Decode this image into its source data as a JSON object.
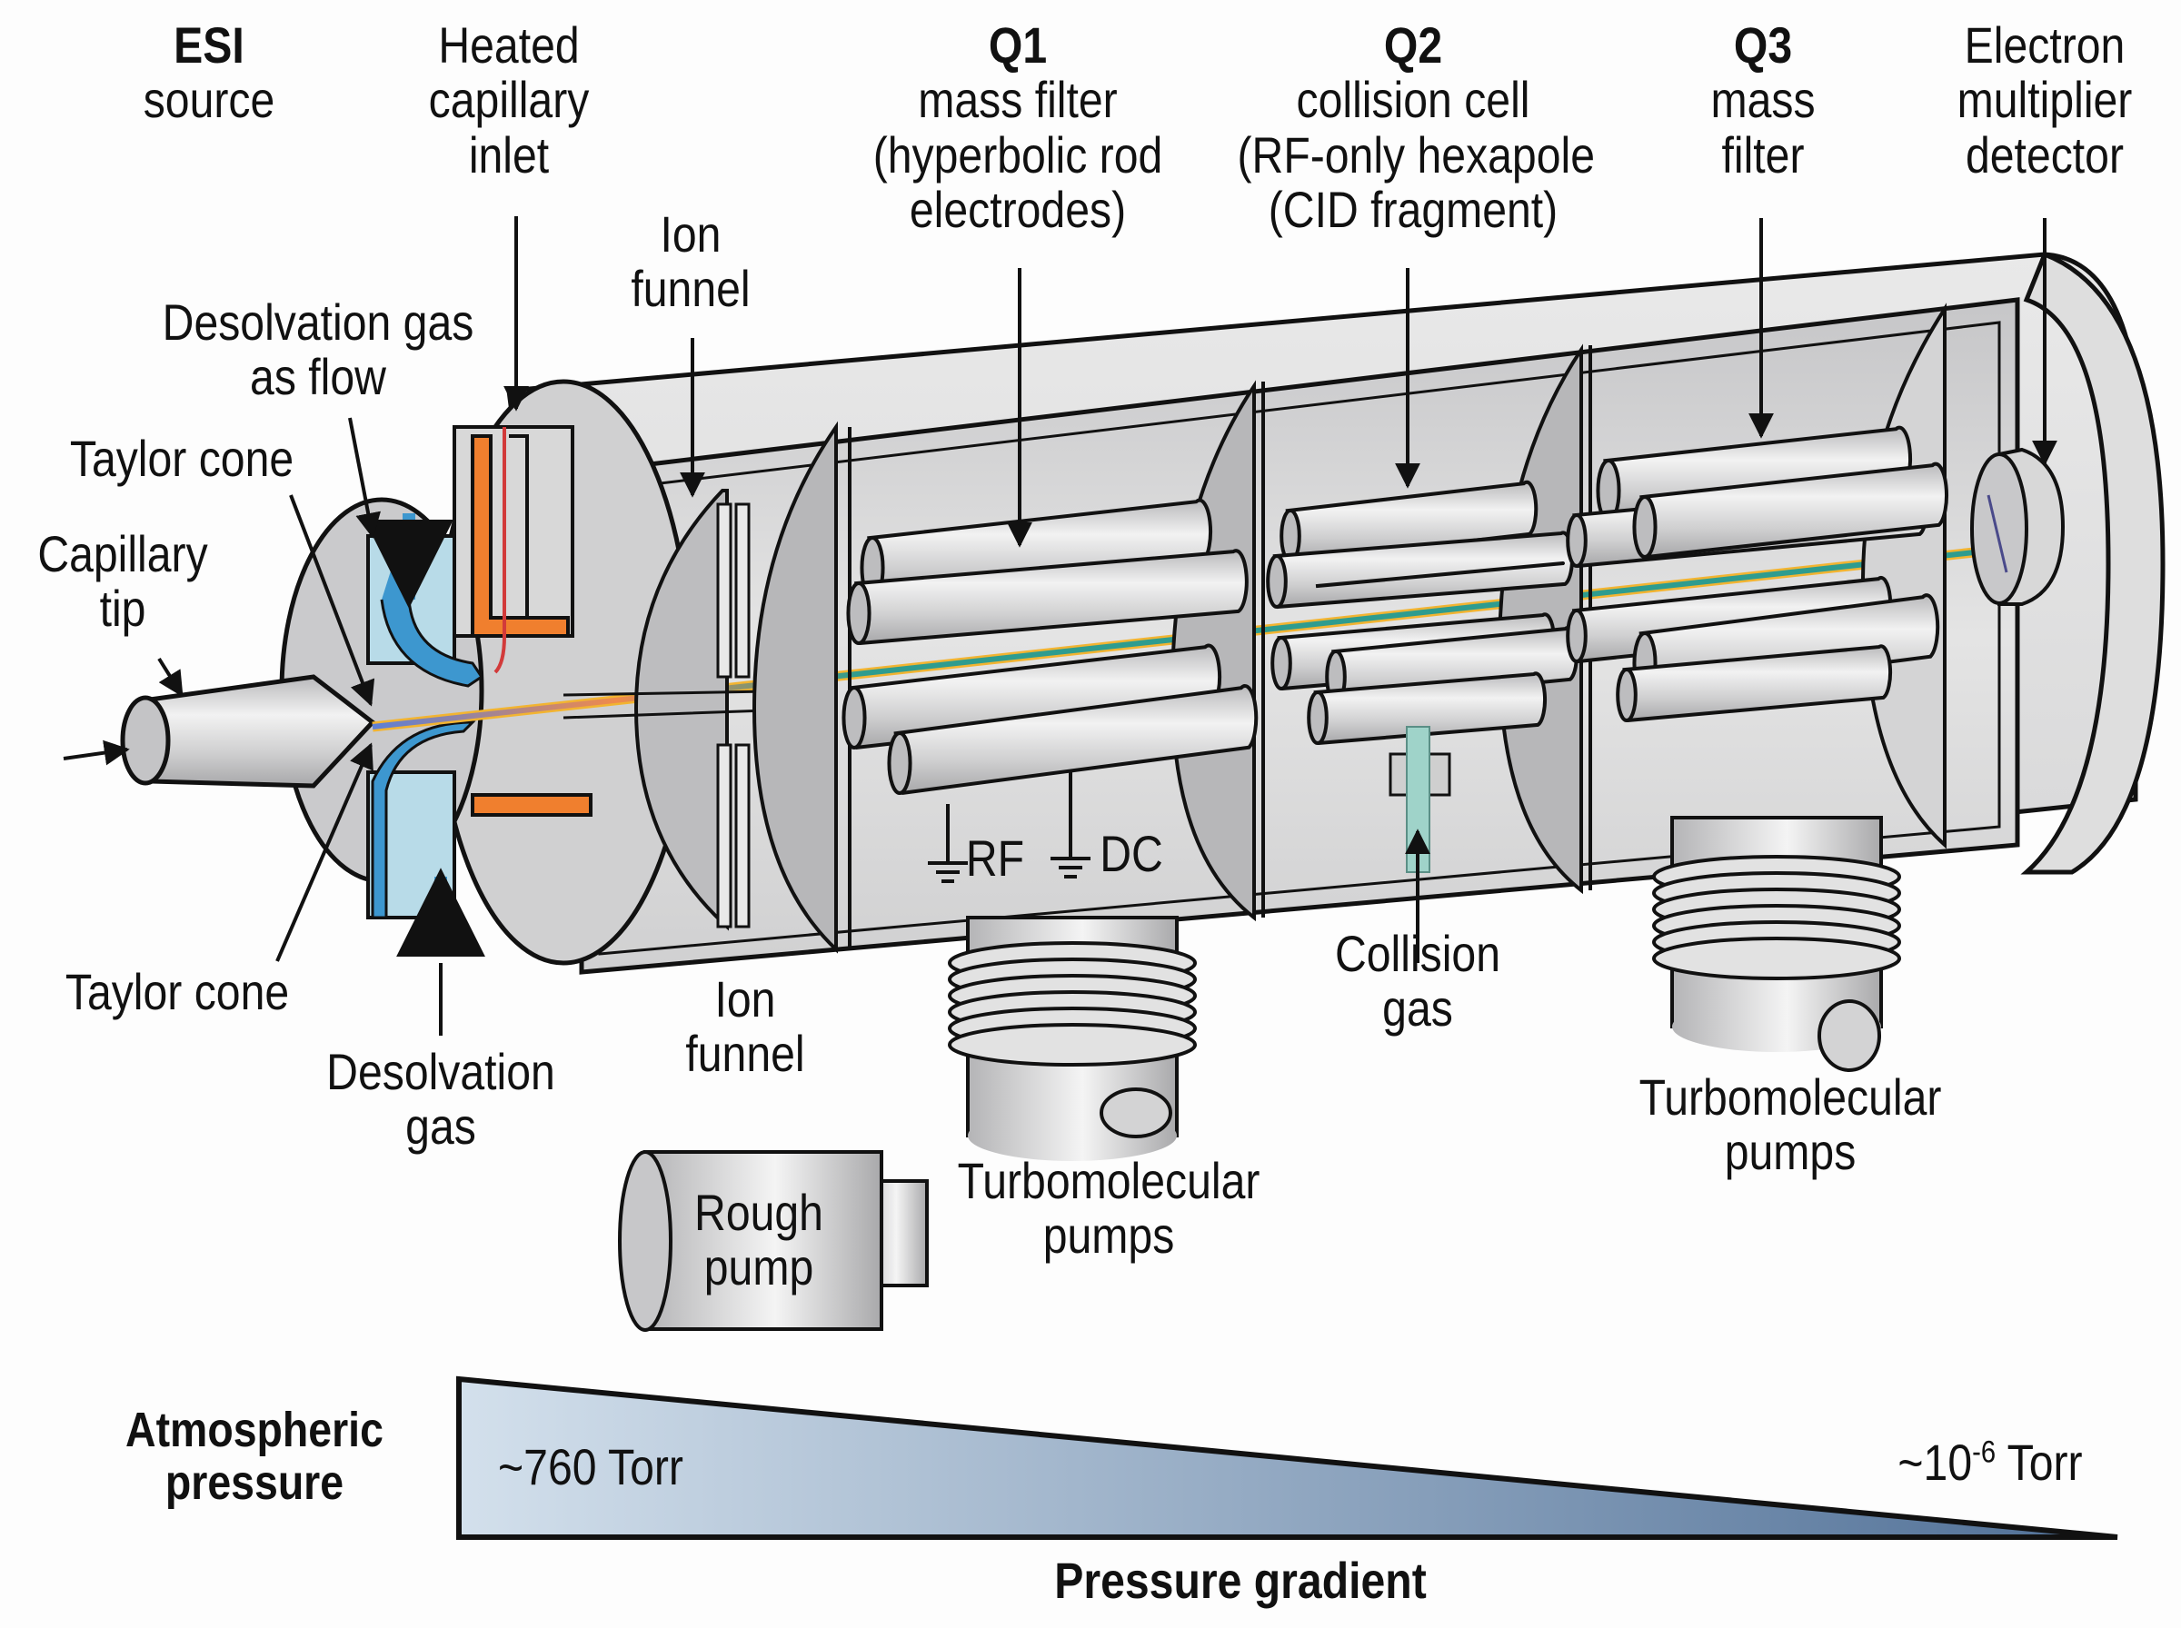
{
  "title": "Triple quadrupole ESI mass spectrometer schematic",
  "labels": {
    "esi_source": {
      "heading": "ESI",
      "sub": "source"
    },
    "heated_capillary": {
      "lines": [
        "Heated",
        "capillary",
        "inlet"
      ]
    },
    "ion_funnel_top": {
      "lines": [
        "Ion",
        "funnel"
      ]
    },
    "q1": {
      "heading": "Q1",
      "lines": [
        "mass filter",
        "(hyperbolic rod",
        "electrodes)"
      ]
    },
    "q2": {
      "heading": "Q2",
      "lines": [
        "collision cell",
        "(RF-only hexapole",
        "(CID fragment)"
      ]
    },
    "q3": {
      "heading": "Q3",
      "lines": [
        "mass",
        "filter"
      ]
    },
    "detector": {
      "lines": [
        "Electron",
        "multiplier",
        "detector"
      ]
    },
    "desolvation_gas_flow": {
      "lines": [
        "Desolvation gas",
        "as flow"
      ]
    },
    "taylor_cone_top": {
      "lines": [
        "Taylor cone"
      ]
    },
    "capillary_tip": {
      "lines": [
        "Capillary",
        "tip"
      ]
    },
    "taylor_cone_bottom": {
      "lines": [
        "Taylor cone"
      ]
    },
    "desolvation_gas": {
      "lines": [
        "Desolvation",
        "gas"
      ]
    },
    "ion_funnel_bottom": {
      "lines": [
        "Ion",
        "funnel"
      ]
    },
    "rf": "RF",
    "dc": "DC",
    "collision_gas": {
      "lines": [
        "Collision",
        "gas"
      ]
    },
    "turbo_pumps_right": {
      "lines": [
        "Turbomolecular",
        "pumps"
      ]
    },
    "turbo_pumps_left": {
      "lines": [
        "Turbomolecular",
        "pumps"
      ]
    },
    "rough_pump": {
      "lines": [
        "Rough",
        "pump"
      ]
    }
  },
  "pressure_gradient": {
    "left_label": [
      "Atmospheric",
      "pressure"
    ],
    "start_value": "~760 Torr",
    "end_value_base": "~10",
    "end_value_exp": "-6",
    "end_value_unit": " Torr",
    "caption": "Pressure gradient",
    "color_start": "#d3e0ec",
    "color_end": "#4f6f96"
  },
  "colors": {
    "metal_light": "#e6e6e6",
    "metal_mid": "#c9c9ca",
    "metal_dark": "#9d9ea0",
    "heater_orange": "#f07f2e",
    "gas_blue": "#3d97cf",
    "gas_light": "#b8dbe8",
    "ion_beam_teal": "#2e9c8f",
    "ion_beam_gold": "#f2b431",
    "collision_gas_teal": "#9fd3c9"
  }
}
